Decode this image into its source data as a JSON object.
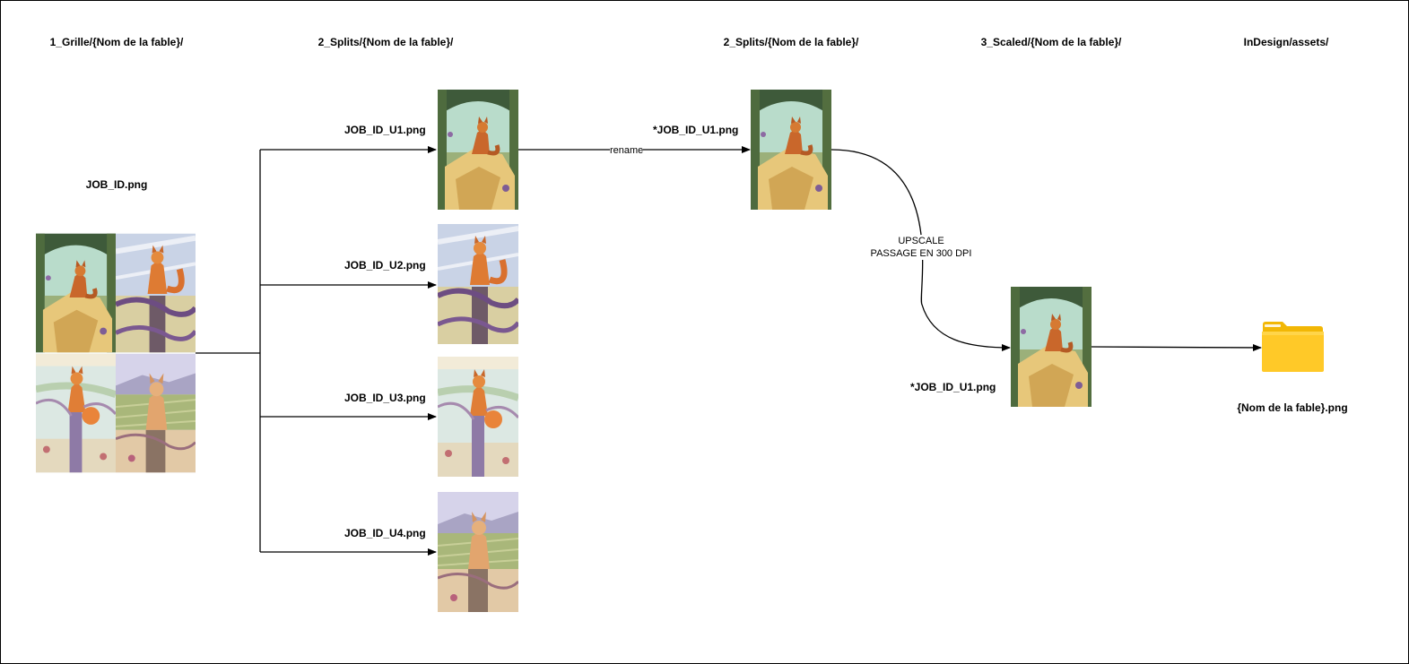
{
  "columns": {
    "grille": "1_Grille/{Nom de la fable}/",
    "splits_a": "2_Splits/{Nom de la fable}/",
    "splits_b": "2_Splits/{Nom de la fable}/",
    "scaled": "3_Scaled/{Nom de la fable}/",
    "indesign": "InDesign/assets/"
  },
  "files": {
    "grid": "JOB_ID.png",
    "u1": "JOB_ID_U1.png",
    "u2": "JOB_ID_U2.png",
    "u3": "JOB_ID_U3.png",
    "u4": "JOB_ID_U4.png",
    "renamed": "*JOB_ID_U1.png",
    "scaled": "*JOB_ID_U1.png",
    "final": "{Nom de la fable}.png"
  },
  "edges": {
    "rename": "rename",
    "upscale_line1": "UPSCALE",
    "upscale_line2": "PASSAGE EN 300 DPI"
  },
  "colors": {
    "folder_front": "#FFC928",
    "folder_back": "#F2B705",
    "line": "#000000"
  },
  "icons": {
    "folder": "folder-icon"
  }
}
